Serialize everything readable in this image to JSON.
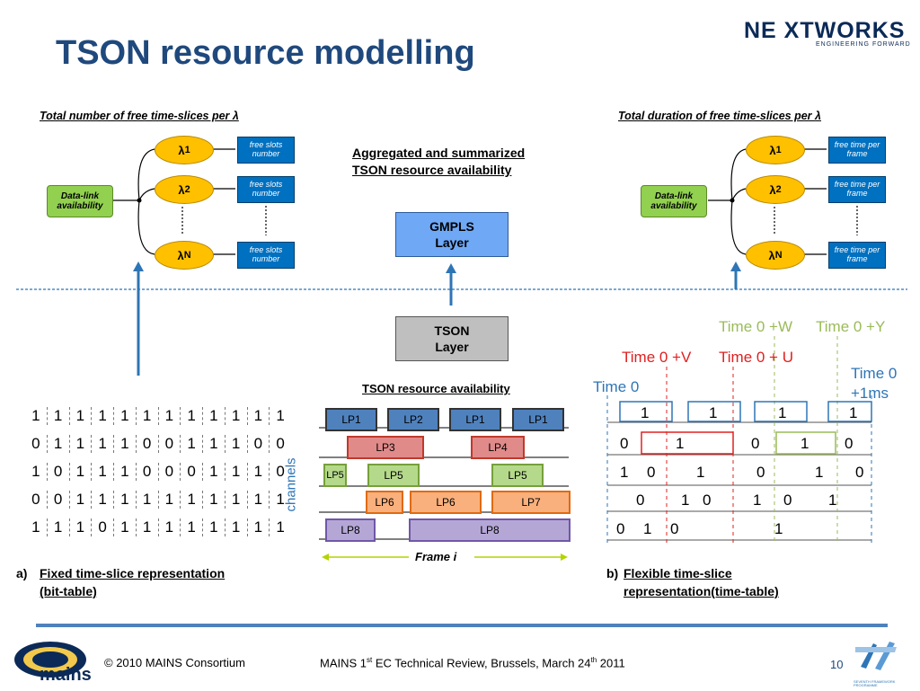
{
  "slide": {
    "title": "TSON resource modelling",
    "logo": "NE XTWORKS",
    "logo_tagline": "ENGINEERING FORWARD"
  },
  "left_top": {
    "title": "Total number of free time-slices per λ",
    "data_link": "Data-link availability",
    "lambdas": [
      {
        "symbol": "λ",
        "sub": "1",
        "box": "free slots number"
      },
      {
        "symbol": "λ",
        "sub": "2",
        "box": "free slots number"
      },
      {
        "symbol": "λ",
        "sub": "N",
        "box": "free slots number"
      }
    ]
  },
  "right_top": {
    "title": "Total duration of free time-slices per λ",
    "data_link": "Data-link availability",
    "lambdas": [
      {
        "symbol": "λ",
        "sub": "1",
        "box": "free time per frame"
      },
      {
        "symbol": "λ",
        "sub": "2",
        "box": "free time per frame"
      },
      {
        "symbol": "λ",
        "sub": "N",
        "box": "free time per frame"
      }
    ]
  },
  "center": {
    "aggregated_line1": "Aggregated  and summarized",
    "aggregated_line2": "TSON resource availability",
    "gmpls_line1": "GMPLS",
    "gmpls_line2": "Layer",
    "tson_line1": "TSON",
    "tson_line2": "Layer",
    "availability_title": "TSON resource availability",
    "channels_label": "channels",
    "frame_label": "Frame i"
  },
  "bit_table": {
    "rows": [
      [
        "1",
        "1",
        "1",
        "1",
        "1",
        "1",
        "1",
        "1",
        "1",
        "1",
        "1",
        "1"
      ],
      [
        "0",
        "1",
        "1",
        "1",
        "1",
        "0",
        "0",
        "1",
        "1",
        "1",
        "0",
        "0"
      ],
      [
        "1",
        "0",
        "1",
        "1",
        "1",
        "0",
        "0",
        "0",
        "1",
        "1",
        "1",
        "0"
      ],
      [
        "0",
        "0",
        "1",
        "1",
        "1",
        "1",
        "1",
        "1",
        "1",
        "1",
        "1",
        "1"
      ],
      [
        "1",
        "1",
        "1",
        "0",
        "1",
        "1",
        "1",
        "1",
        "1",
        "1",
        "1",
        "1"
      ]
    ],
    "caption_prefix": "a)",
    "caption_line1": "Fixed time-slice representation",
    "caption_line2": "(bit-table)"
  },
  "lightpaths": {
    "labels": [
      "LP1",
      "LP2",
      "LP1",
      "LP1",
      "LP3",
      "LP4",
      "LP5",
      "LP5",
      "LP5",
      "LP6",
      "LP6",
      "LP7",
      "LP8",
      "LP8"
    ],
    "colors": {
      "blue": "#4F81BD",
      "red": "#E08A8A",
      "green": "#B5D98B",
      "orange": "#F9B07C",
      "purple": "#B4A7D6"
    }
  },
  "time_table": {
    "markers": {
      "w": "Time 0 +W",
      "y": "Time 0 +Y",
      "v": "Time 0 +V",
      "u": "Time 0 + U",
      "t0": "Time 0",
      "ms_line1": "Time 0",
      "ms_line2": "+1ms"
    },
    "row1": [
      "1",
      "1",
      "1",
      "1"
    ],
    "row2": [
      "0",
      "1",
      "0",
      "1",
      "0"
    ],
    "row3": [
      "1",
      "0",
      "1",
      "0",
      "1",
      "0"
    ],
    "row4": [
      "0",
      "1",
      "0",
      "1",
      "0",
      "1"
    ],
    "row5": [
      "0",
      "1",
      "0",
      "1"
    ],
    "caption_prefix": "b)",
    "caption_line1": "Flexible time-slice",
    "caption_line2": "representation(time-table)",
    "colors": {
      "green": "#9BBB59",
      "red": "#E02020",
      "blue": "#2E75B6"
    }
  },
  "footer": {
    "copyright": "© 2010 MAINS Consortium",
    "review_pre": "MAINS 1",
    "review_sup1": "st",
    "review_mid": " EC Technical Review, Brussels, March 24",
    "review_sup2": "th",
    "review_post": " 2011",
    "page": "10",
    "mains_logo": "mains",
    "fp7_logo": "SEVENTH FRAMEWORK PROGRAMME"
  }
}
